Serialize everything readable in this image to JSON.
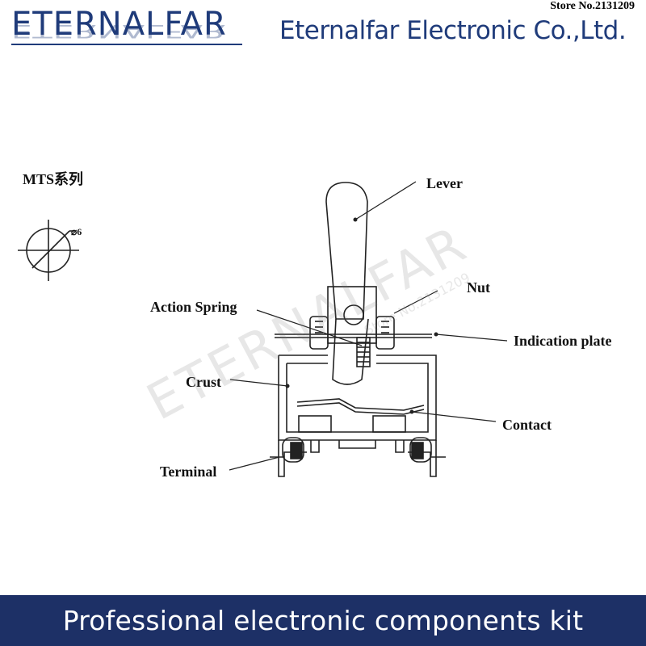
{
  "header": {
    "logo": "ETERNALFAR",
    "store": "Store No.2131209",
    "company": "Eternalfar Electronic Co.,Ltd."
  },
  "diagram": {
    "series_label": "MTS系列",
    "diameter_label": "⌀6",
    "labels": {
      "lever": "Lever",
      "nut": "Nut",
      "action_spring": "Action Spring",
      "indication_plate": "Indication plate",
      "crust": "Crust",
      "contact": "Contact",
      "terminal": "Terminal"
    }
  },
  "watermark": {
    "logo": "ETERNALFAR",
    "store": "Store No.2131209"
  },
  "footer": {
    "text": "Professional electronic components kit"
  },
  "colors": {
    "brand": "#1f3b7a",
    "footer_bg": "#1d3066"
  }
}
